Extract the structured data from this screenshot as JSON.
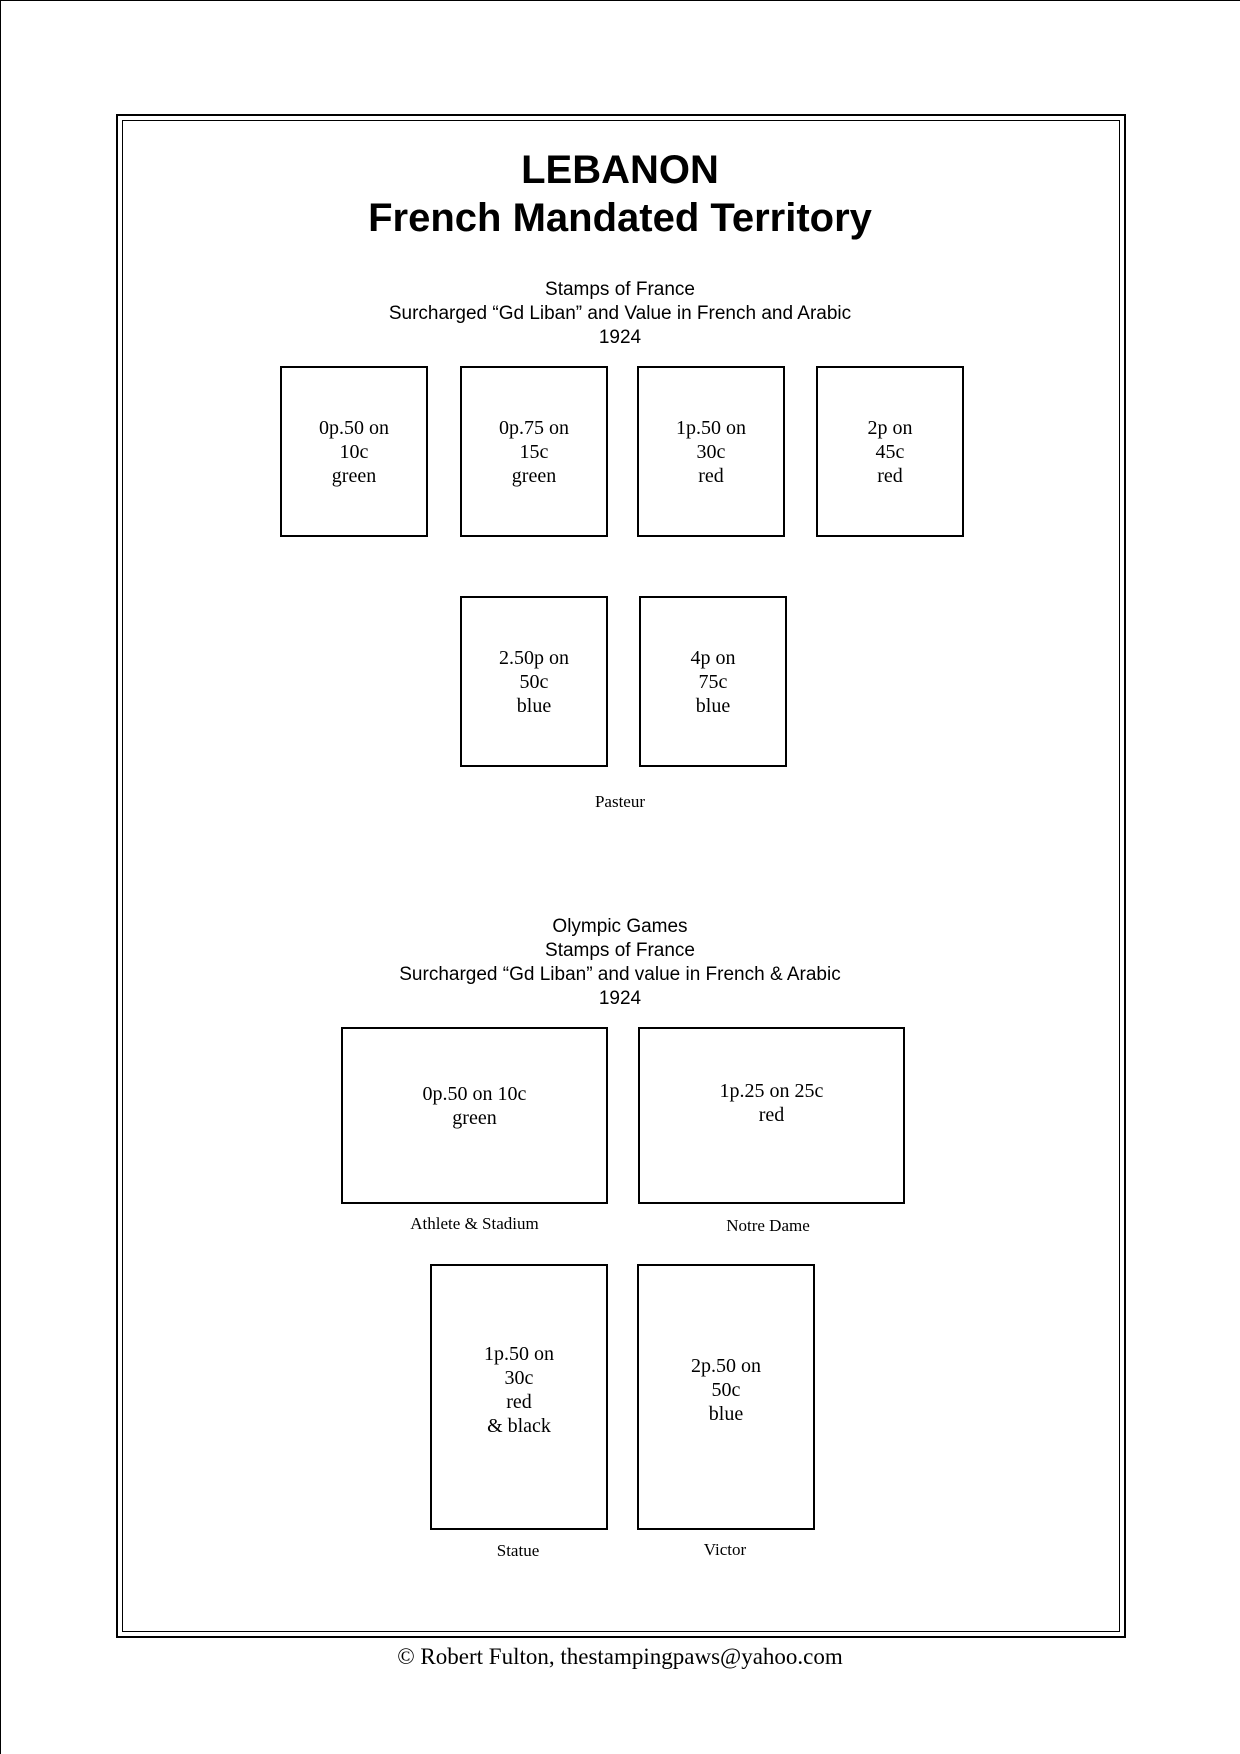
{
  "header": {
    "title_line1": "LEBANON",
    "title_line2": "French Mandated Territory"
  },
  "section1": {
    "heading": [
      "Stamps of France",
      "Surcharged “Gd Liban” and Value in French and Arabic",
      "1924"
    ],
    "stamps": [
      {
        "lines": [
          "0p.50 on",
          "10c",
          "green"
        ]
      },
      {
        "lines": [
          "0p.75 on",
          "15c",
          "green"
        ]
      },
      {
        "lines": [
          "1p.50 on",
          "30c",
          "red"
        ]
      },
      {
        "lines": [
          "2p on",
          "45c",
          "red"
        ]
      },
      {
        "lines": [
          "2.50p on",
          "50c",
          "blue"
        ]
      },
      {
        "lines": [
          "4p on",
          "75c",
          "blue"
        ]
      }
    ],
    "caption": "Pasteur"
  },
  "section2": {
    "heading": [
      "Olympic Games",
      "Stamps of France",
      "Surcharged “Gd Liban” and value in French & Arabic",
      "1924"
    ],
    "stamps": [
      {
        "lines": [
          "0p.50 on 10c",
          "green"
        ],
        "caption": "Athlete & Stadium"
      },
      {
        "lines": [
          "1p.25 on 25c",
          "red"
        ],
        "caption": "Notre Dame"
      },
      {
        "lines": [
          "1p.50 on",
          "30c",
          "red",
          "& black"
        ],
        "caption": "Statue"
      },
      {
        "lines": [
          "2p.50 on",
          "50c",
          "blue"
        ],
        "caption": "Victor"
      }
    ]
  },
  "footer": {
    "copyright": "©  Robert Fulton, thestampingpaws@yahoo.com"
  }
}
